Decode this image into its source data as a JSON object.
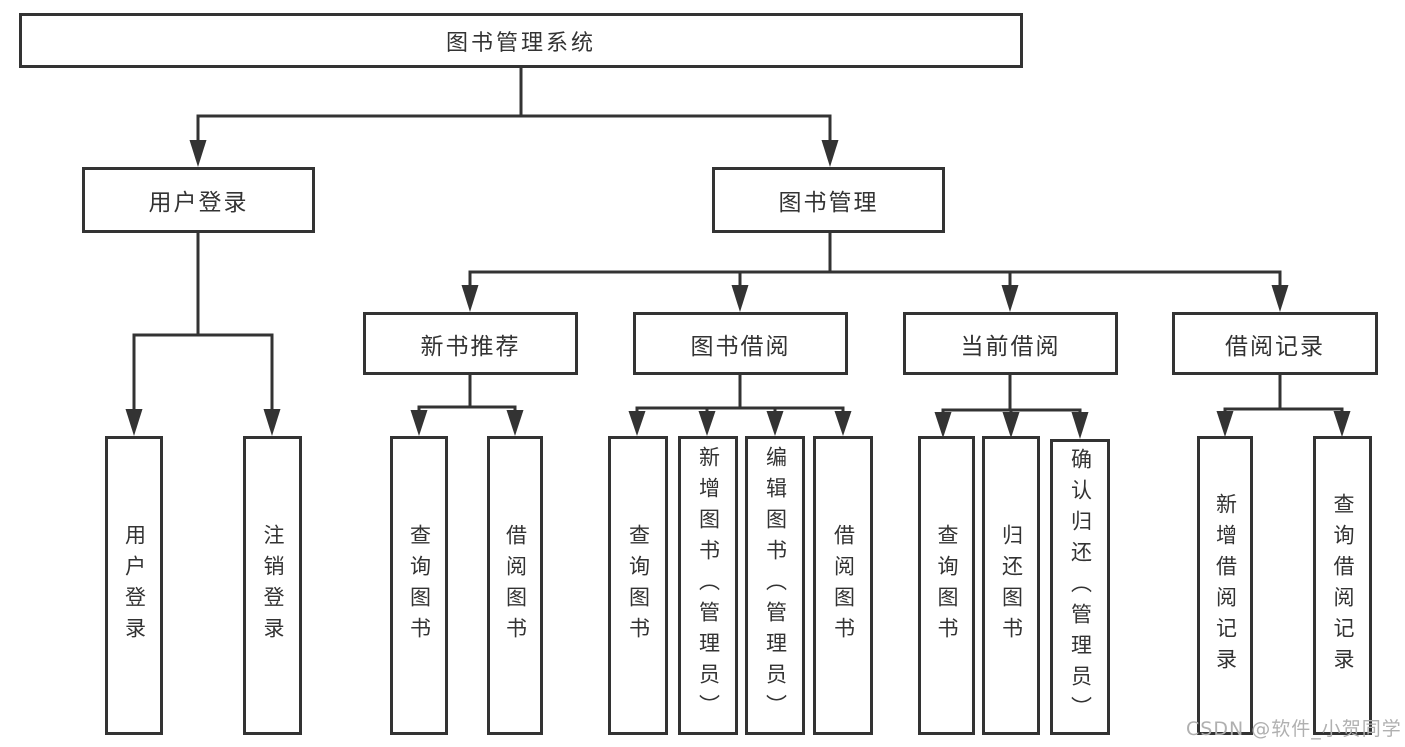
{
  "diagram": {
    "root": {
      "label": "图书管理系统"
    },
    "branches": {
      "user_login": {
        "label": "用户登录",
        "children": {
          "login": "用户登录",
          "logout": "注销登录"
        }
      },
      "book_management": {
        "label": "图书管理",
        "children": {
          "new_books": {
            "label": "新书推荐",
            "children": {
              "query": "查询图书",
              "borrow": "借阅图书"
            }
          },
          "book_borrowing": {
            "label": "图书借阅",
            "children": {
              "query": "查询图书",
              "add": "新增图书（管理员）",
              "edit": "编辑图书（管理员）",
              "borrow": "借阅图书"
            }
          },
          "current_borrowing": {
            "label": "当前借阅",
            "children": {
              "query": "查询图书",
              "return": "归还图书",
              "confirm_return": "确认归还（管理员）"
            }
          },
          "borrowing_records": {
            "label": "借阅记录",
            "children": {
              "add_record": "新增借阅记录",
              "query_record": "查询借阅记录"
            }
          }
        }
      }
    }
  },
  "watermark": "CSDN @软件_小贺同学",
  "colors": {
    "line": "#333333",
    "text": "#333333",
    "watermark": "#b0b0b0",
    "background": "#ffffff"
  }
}
